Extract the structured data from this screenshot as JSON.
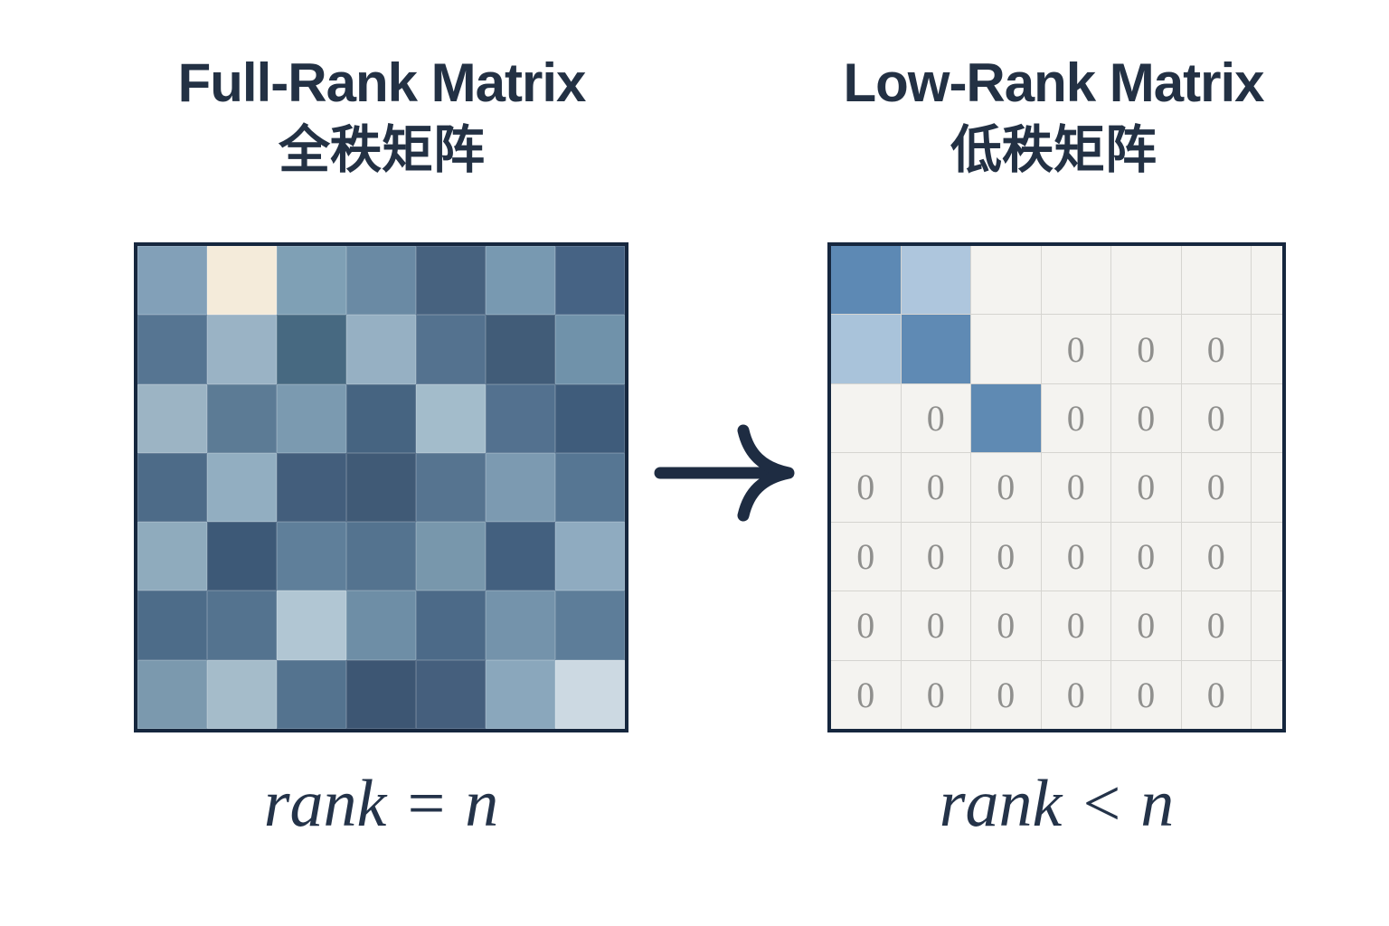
{
  "left_panel": {
    "title": "Full-Rank Matrix",
    "subtitle": "全秩矩阵",
    "caption": "rank = n",
    "matrix": {
      "rows": 7,
      "cols": 7,
      "cell_colors": [
        [
          "#82a0b8",
          "#f4ebda",
          "#7fa0b5",
          "#6a8aa4",
          "#47627f",
          "#7899b1",
          "#466384"
        ],
        [
          "#567592",
          "#9ab3c5",
          "#476981",
          "#96b0c3",
          "#54728f",
          "#415c78",
          "#7092aa"
        ],
        [
          "#9cb4c4",
          "#5c7b95",
          "#7b9ab0",
          "#466481",
          "#a3bccb",
          "#53718f",
          "#3f5c7b"
        ],
        [
          "#4d6b88",
          "#92aec1",
          "#435e7c",
          "#405a76",
          "#567490",
          "#7c9ab1",
          "#567693"
        ],
        [
          "#8fabbd",
          "#3d5977",
          "#5f7f9a",
          "#54738f",
          "#7897ac",
          "#43607f",
          "#8fabc0"
        ],
        [
          "#4d6c89",
          "#54738f",
          "#b1c6d3",
          "#6e8ea6",
          "#4c6a88",
          "#7493ab",
          "#5d7d99"
        ],
        [
          "#7b99ae",
          "#a5bcca",
          "#54738f",
          "#3d5673",
          "#455f7d",
          "#8aa7bc",
          "#ccd9e2"
        ]
      ]
    }
  },
  "arrow": {
    "direction": "right",
    "color": "#1e2c42"
  },
  "right_panel": {
    "title": "Low-Rank Matrix",
    "subtitle": "低秩矩阵",
    "caption": "rank < n",
    "matrix": {
      "rows": 7,
      "cols": 7,
      "empty_bg": "#f4f3f0",
      "grid_line_color": "#d5d4d0",
      "zero_color": "#8f8f8d",
      "cells": [
        [
          {
            "v": "",
            "bg": "#5d89b4"
          },
          {
            "v": "",
            "bg": "#aec6dd"
          },
          {
            "v": ""
          },
          {
            "v": ""
          },
          {
            "v": ""
          },
          {
            "v": ""
          },
          {
            "v": ""
          }
        ],
        [
          {
            "v": "",
            "bg": "#a9c3da"
          },
          {
            "v": "",
            "bg": "#5f8ab4"
          },
          {
            "v": ""
          },
          {
            "v": "0"
          },
          {
            "v": "0"
          },
          {
            "v": "0"
          },
          {
            "v": ""
          }
        ],
        [
          {
            "v": ""
          },
          {
            "v": "0"
          },
          {
            "v": "",
            "bg": "#5f8ab3"
          },
          {
            "v": "0"
          },
          {
            "v": "0"
          },
          {
            "v": "0"
          },
          {
            "v": ""
          }
        ],
        [
          {
            "v": "0"
          },
          {
            "v": "0"
          },
          {
            "v": "0"
          },
          {
            "v": "0"
          },
          {
            "v": "0"
          },
          {
            "v": "0"
          },
          {
            "v": ""
          }
        ],
        [
          {
            "v": "0"
          },
          {
            "v": "0"
          },
          {
            "v": "0"
          },
          {
            "v": "0"
          },
          {
            "v": "0"
          },
          {
            "v": "0"
          },
          {
            "v": ""
          }
        ],
        [
          {
            "v": "0"
          },
          {
            "v": "0"
          },
          {
            "v": "0"
          },
          {
            "v": "0"
          },
          {
            "v": "0"
          },
          {
            "v": "0"
          },
          {
            "v": ""
          }
        ],
        [
          {
            "v": "0"
          },
          {
            "v": "0"
          },
          {
            "v": "0"
          },
          {
            "v": "0"
          },
          {
            "v": "0"
          },
          {
            "v": "0"
          },
          {
            "v": ""
          }
        ]
      ]
    }
  },
  "colors": {
    "title_text": "#233144",
    "matrix_border": "#16273e",
    "background": "#ffffff"
  }
}
